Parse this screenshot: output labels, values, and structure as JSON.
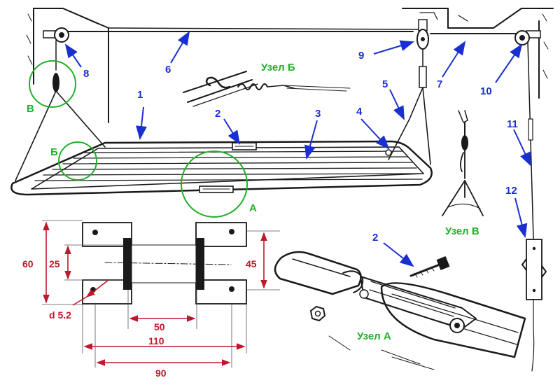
{
  "colors": {
    "pointer": "#1a2fd0",
    "dimension": "#c0182b",
    "node_marker": "#22b02a",
    "ink": "#1a1a1a"
  },
  "part_numbers": [
    "1",
    "2",
    "3",
    "4",
    "5",
    "6",
    "7",
    "8",
    "9",
    "10",
    "11",
    "12"
  ],
  "part_number_2_detail": "2",
  "node_labels": {
    "node_b_title": "Узел Б",
    "node_v_title": "Узел В",
    "node_a_title": "Узел А",
    "marker_v": "В",
    "marker_b": "Б",
    "marker_a": "А"
  },
  "dimensions": {
    "height_60": "60",
    "height_25": "25",
    "height_45": "45",
    "hole_d": "d 5.2",
    "width_50": "50",
    "width_110": "110",
    "width_90": "90"
  }
}
